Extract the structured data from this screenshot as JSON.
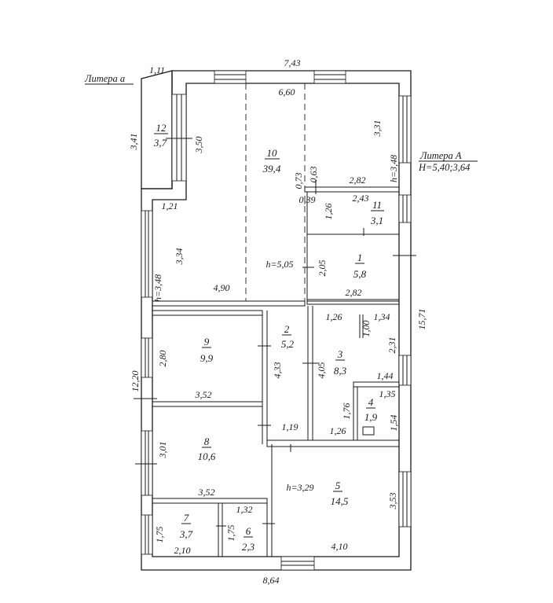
{
  "liter_a_small": "Литера а",
  "liter_A_label": "Литера А",
  "liter_A_heights": "H=5,40;3,64",
  "rooms": [
    {
      "id": "r1",
      "num": "1",
      "area": "5,8"
    },
    {
      "id": "r2",
      "num": "2",
      "area": "5,2"
    },
    {
      "id": "r3",
      "num": "3",
      "area": "8,3"
    },
    {
      "id": "r4",
      "num": "4",
      "area": "1,9"
    },
    {
      "id": "r5",
      "num": "5",
      "area": "14,5"
    },
    {
      "id": "r6",
      "num": "6",
      "area": "2,3"
    },
    {
      "id": "r7",
      "num": "7",
      "area": "3,7"
    },
    {
      "id": "r8",
      "num": "8",
      "area": "10,6"
    },
    {
      "id": "r9",
      "num": "9",
      "area": "9,9"
    },
    {
      "id": "r10",
      "num": "10",
      "area": "39,4"
    },
    {
      "id": "r11",
      "num": "11",
      "area": "3,1"
    },
    {
      "id": "r12",
      "num": "12",
      "area": "3,7"
    }
  ],
  "heights": {
    "h10": "h=5,05",
    "h_left": "h=3,48",
    "h_right": "h=3,48",
    "h5": "h=3,29"
  },
  "dims": {
    "top_outer": "7,43",
    "top_inner": "6,60",
    "d111": "1,11",
    "d341": "3,41",
    "d350": "3,50",
    "d331": "3,31",
    "d121": "1,21",
    "d073": "0,73",
    "d063": "0,63",
    "d039": "0,39",
    "d282a": "2,82",
    "d243": "2,43",
    "d126a": "1,26",
    "d334": "3,34",
    "d205": "2,05",
    "d282b": "2,82",
    "d490": "4,90",
    "d1571": "15,71",
    "d126b": "1,26",
    "d100": "1,00",
    "d134": "1,34",
    "d280": "2,80",
    "d433": "4,33",
    "d405": "4,05",
    "d231": "2,31",
    "d1220": "12,20",
    "d144": "1,44",
    "d135": "1,35",
    "d352a": "3,52",
    "d176": "1,76",
    "d154": "1,54",
    "d119": "1,19",
    "d126c": "1,26",
    "d301": "3,01",
    "d352b": "3,52",
    "d353": "3,53",
    "d132": "1,32",
    "d175a": "1,75",
    "d175b": "1,75",
    "d210": "2,10",
    "d410": "4,10",
    "d864": "8,64"
  }
}
